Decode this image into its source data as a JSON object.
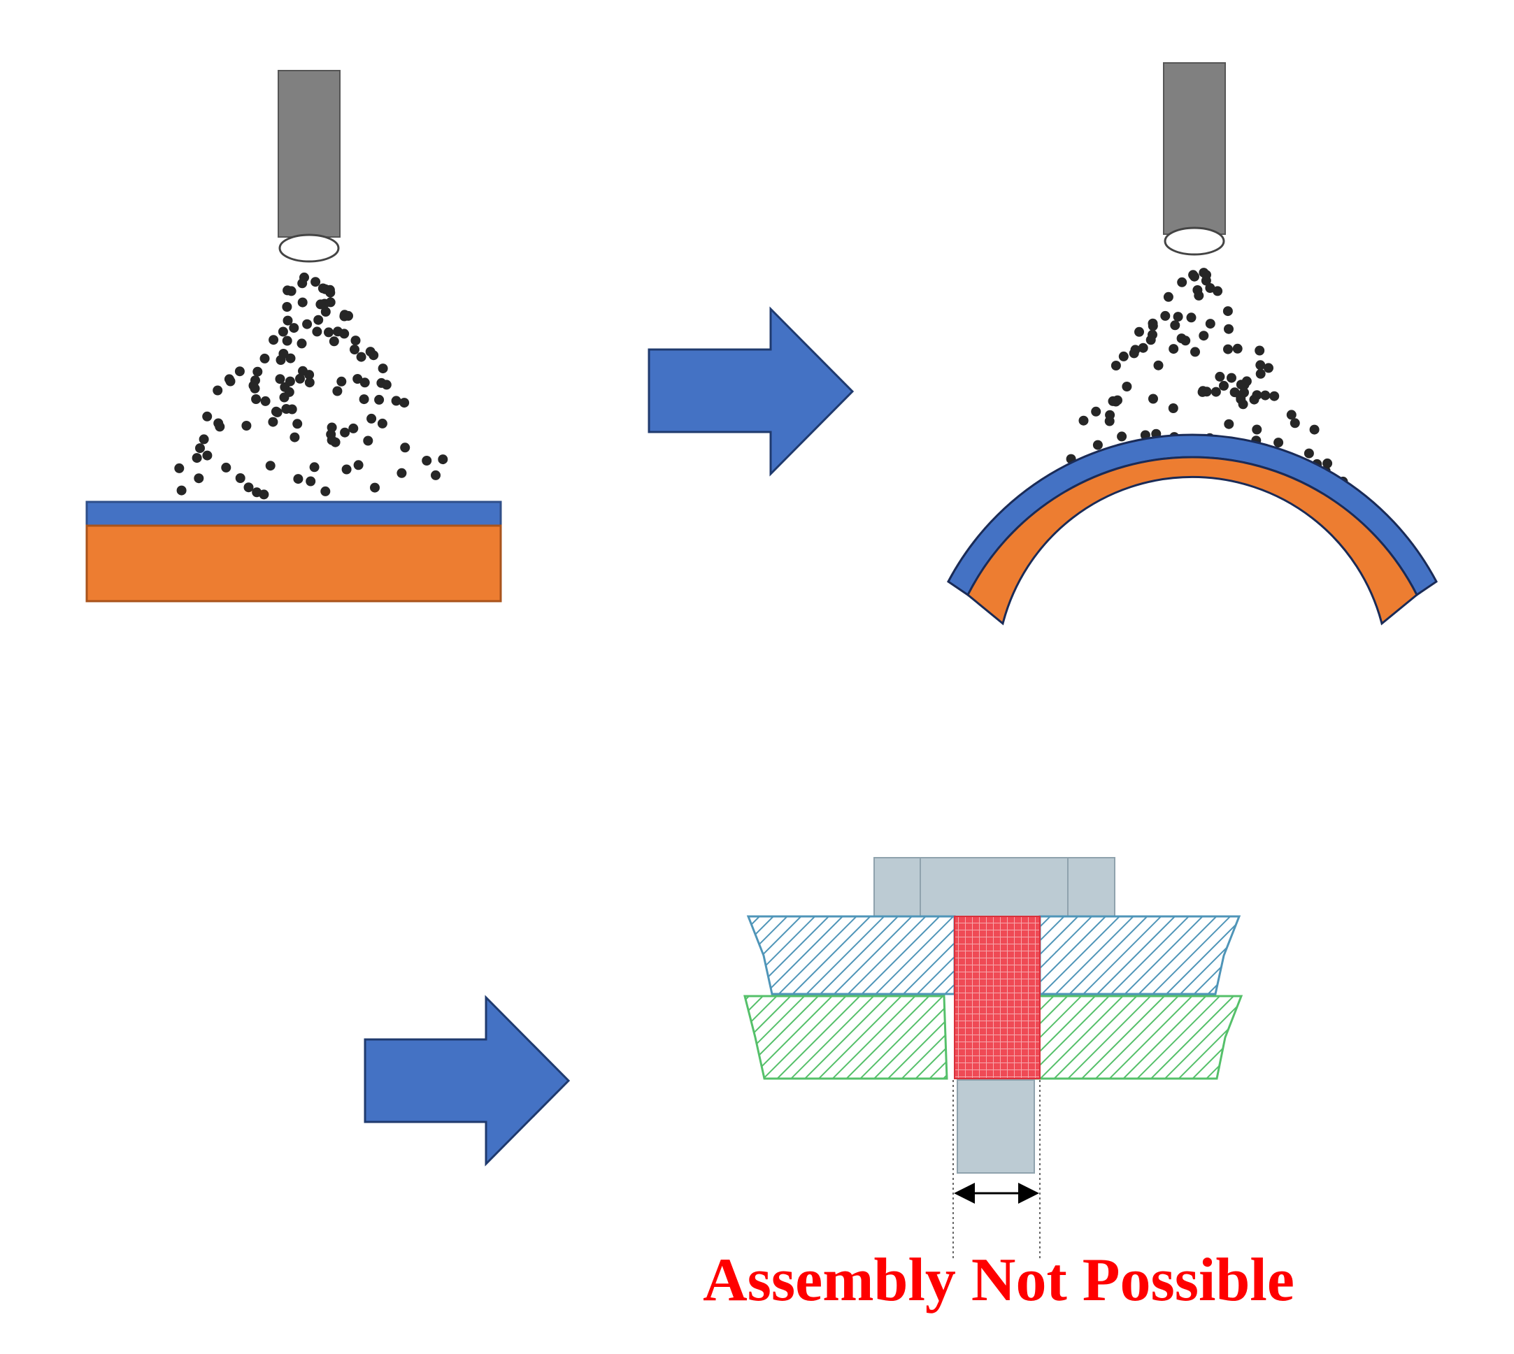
{
  "caption": "Assembly Not Possible",
  "colors": {
    "nozzle": "#808080",
    "particle": "#262626",
    "coating": "#4472c4",
    "substrate": "#ed7d31",
    "arrow": "#4472c4",
    "bolt": "#bccbd3",
    "plate_top": "#4f95b8",
    "plate_bottom": "#55c06a",
    "pin": "#ef4a55",
    "caption": "#ff0000"
  },
  "panels": [
    {
      "name": "flat-coated-substrate"
    },
    {
      "name": "curved-coated-substrate"
    },
    {
      "name": "bolted-joint-assembly"
    }
  ]
}
